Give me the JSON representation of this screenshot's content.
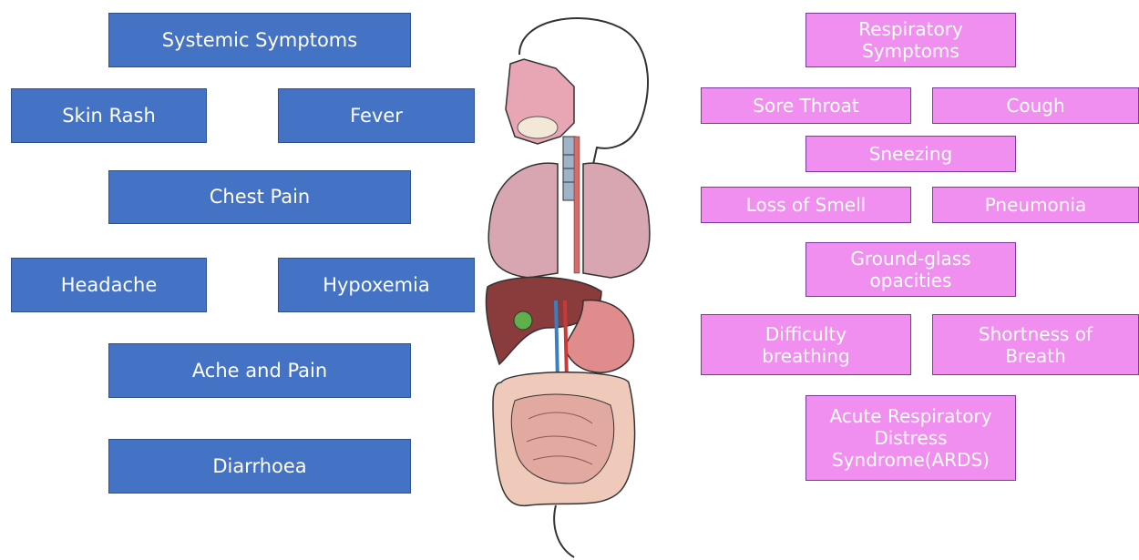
{
  "systemic": {
    "title": "Systemic Symptoms",
    "skin_rash": "Skin Rash",
    "fever": "Fever",
    "chest_pain": "Chest Pain",
    "headache": "Headache",
    "hypoxemia": "Hypoxemia",
    "ache_pain": "Ache and Pain",
    "diarrhoea": "Diarrhoea"
  },
  "respiratory": {
    "title": "Respiratory\nSymptoms",
    "sore_throat": "Sore Throat",
    "cough": "Cough",
    "sneezing": "Sneezing",
    "loss_of_smell": "Loss of Smell",
    "pneumonia": "Pneumonia",
    "ground_glass": "Ground-glass\nopacities",
    "difficulty_breathing": "Difficulty\nbreathing",
    "shortness_of_breath": "Shortness of\nBreath",
    "ards": "Acute Respiratory\nDistress\nSyndrome(ARDS)"
  },
  "colors": {
    "systemic_fill": "#4472c4",
    "respiratory_fill": "#f08ff0"
  },
  "figure": {
    "icon": "human-anatomy-respiratory-digestive-icon"
  }
}
